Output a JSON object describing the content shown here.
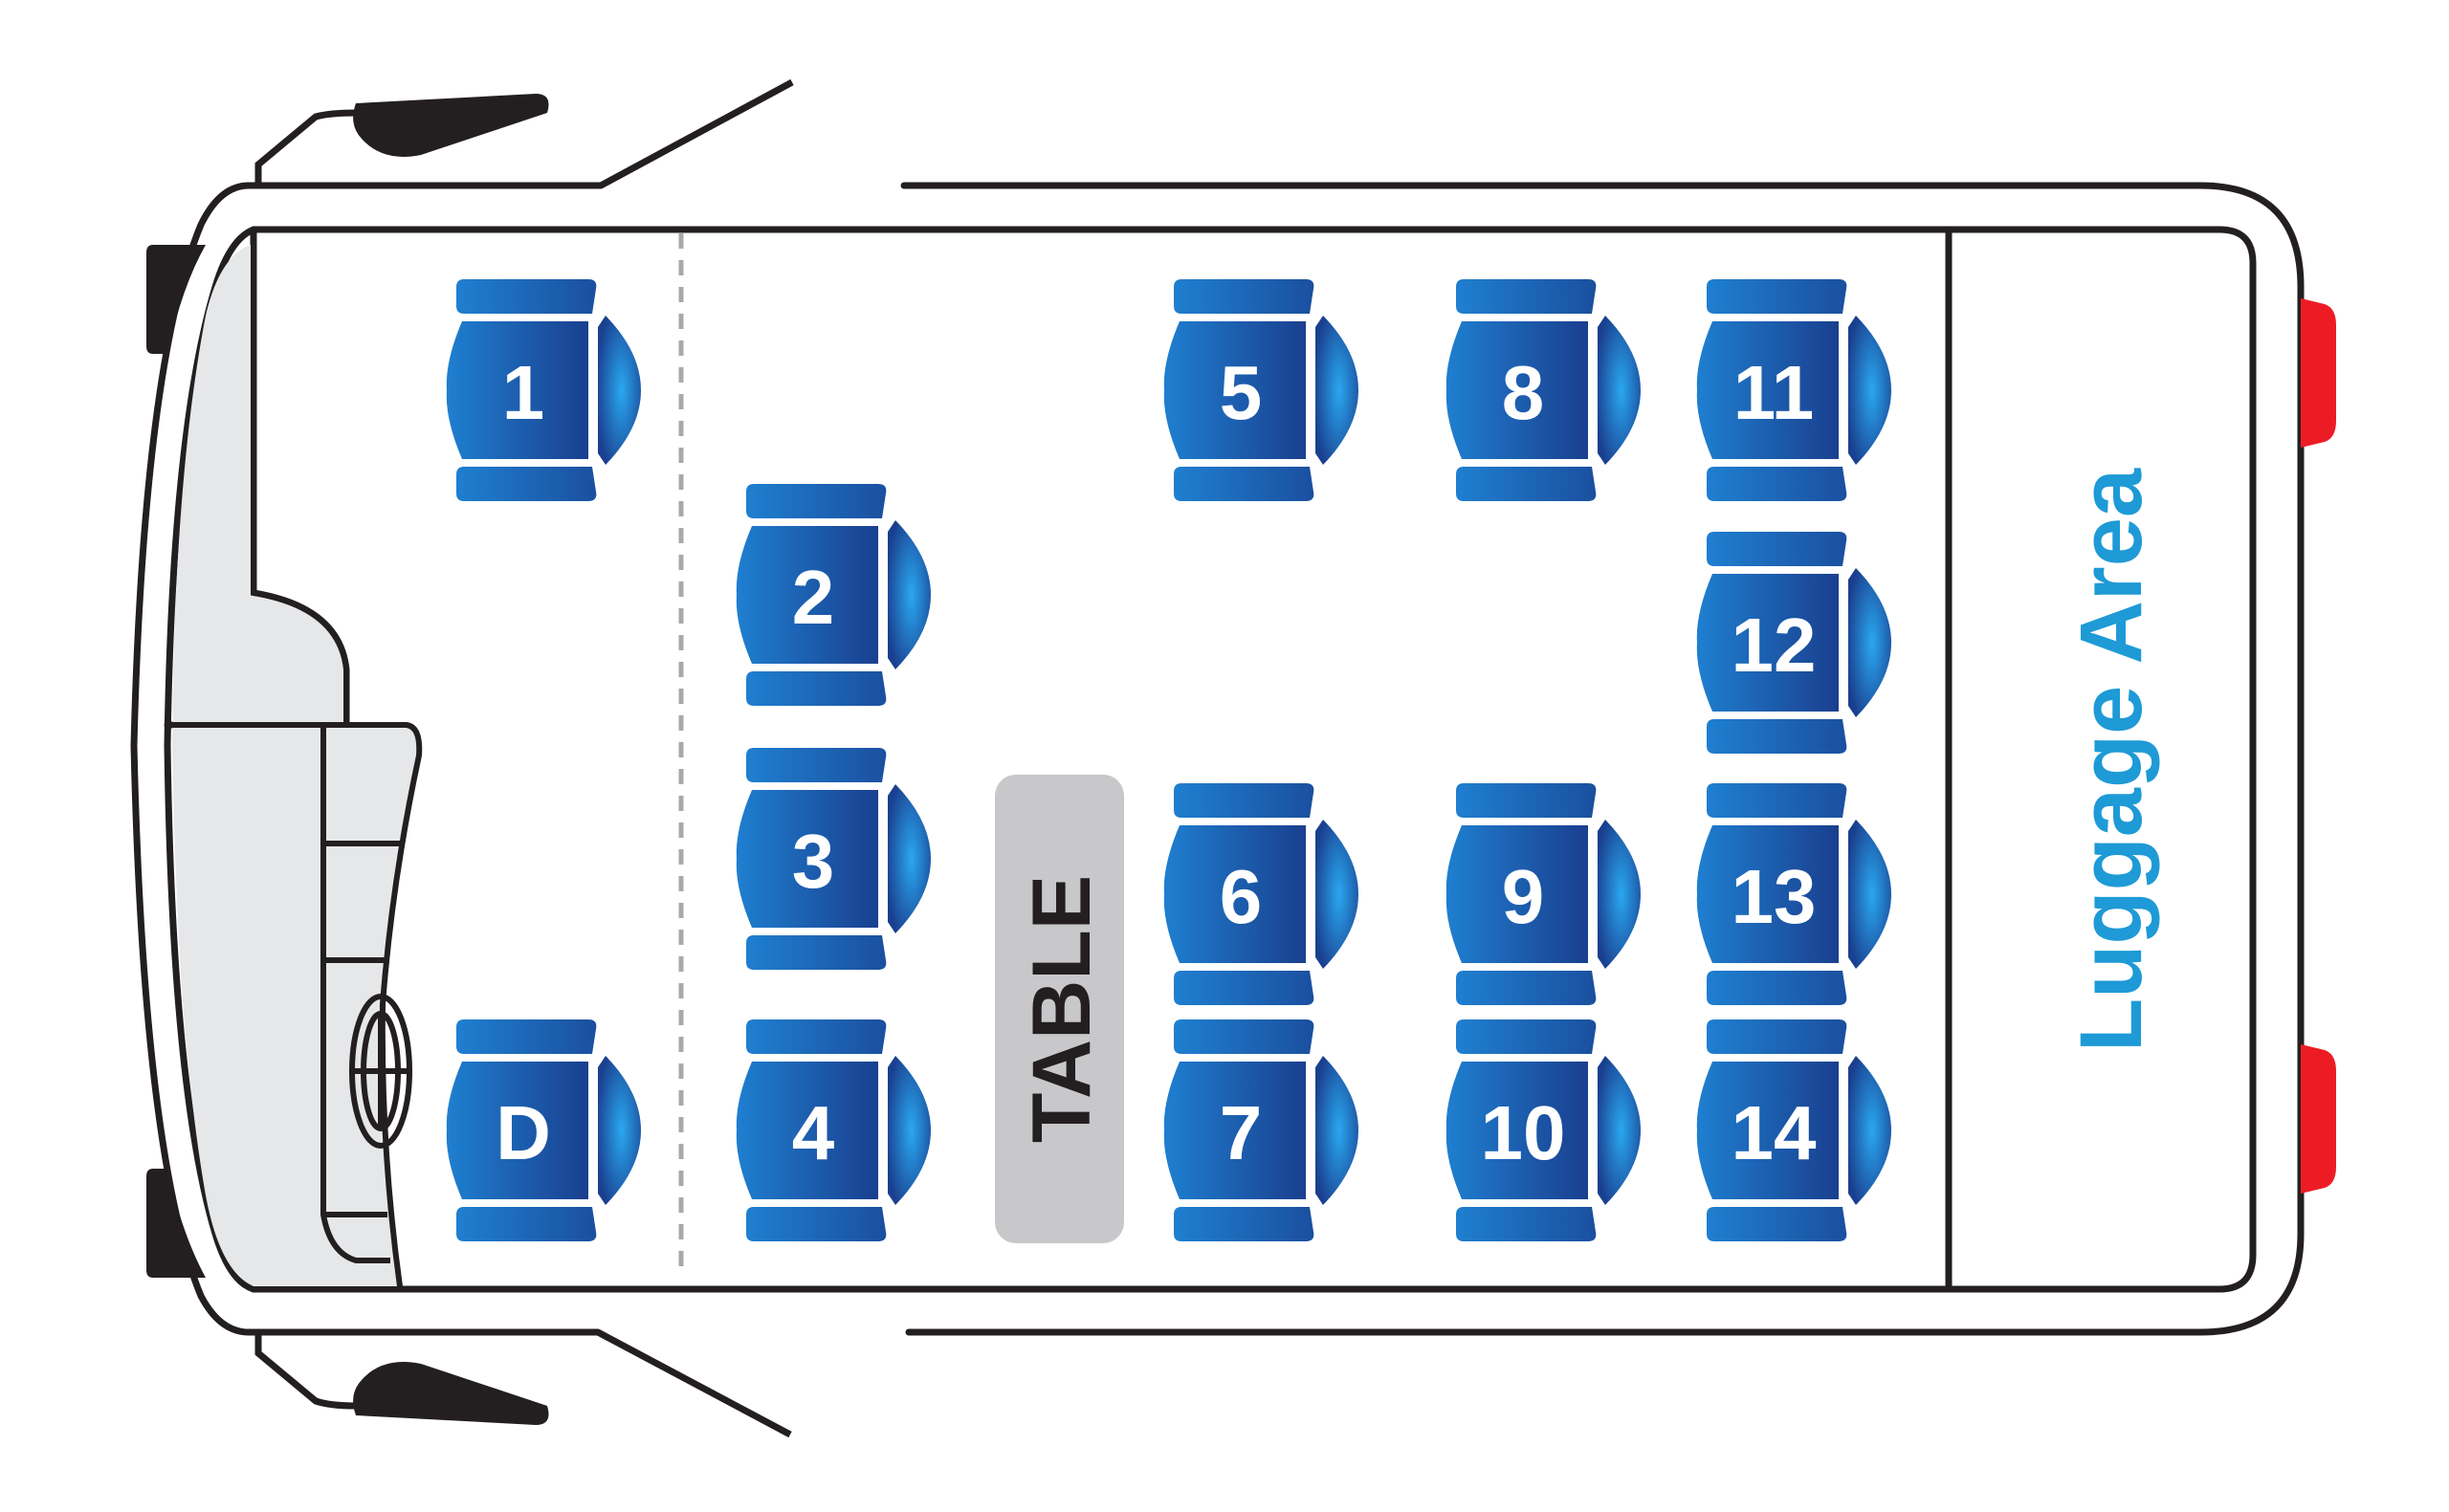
{
  "colors": {
    "seat_dark": "#1a3f8f",
    "seat_light": "#1f7fd0",
    "seat_glow": "#2aa8f0",
    "outline": "#231f20",
    "cab_fill": "#e6e7e8",
    "table_fill": "#c8c8ca",
    "luggage_text": "#1e9ad6",
    "tail_light": "#ed1c24"
  },
  "seats": [
    {
      "label": "1"
    },
    {
      "label": "2"
    },
    {
      "label": "3"
    },
    {
      "label": "4"
    },
    {
      "label": "5"
    },
    {
      "label": "6"
    },
    {
      "label": "7"
    },
    {
      "label": "8"
    },
    {
      "label": "9"
    },
    {
      "label": "10"
    },
    {
      "label": "11"
    },
    {
      "label": "12"
    },
    {
      "label": "13"
    },
    {
      "label": "14"
    },
    {
      "label": "D"
    }
  ],
  "table": {
    "label": "TABLE"
  },
  "luggage": {
    "label": "Luggage Area"
  }
}
